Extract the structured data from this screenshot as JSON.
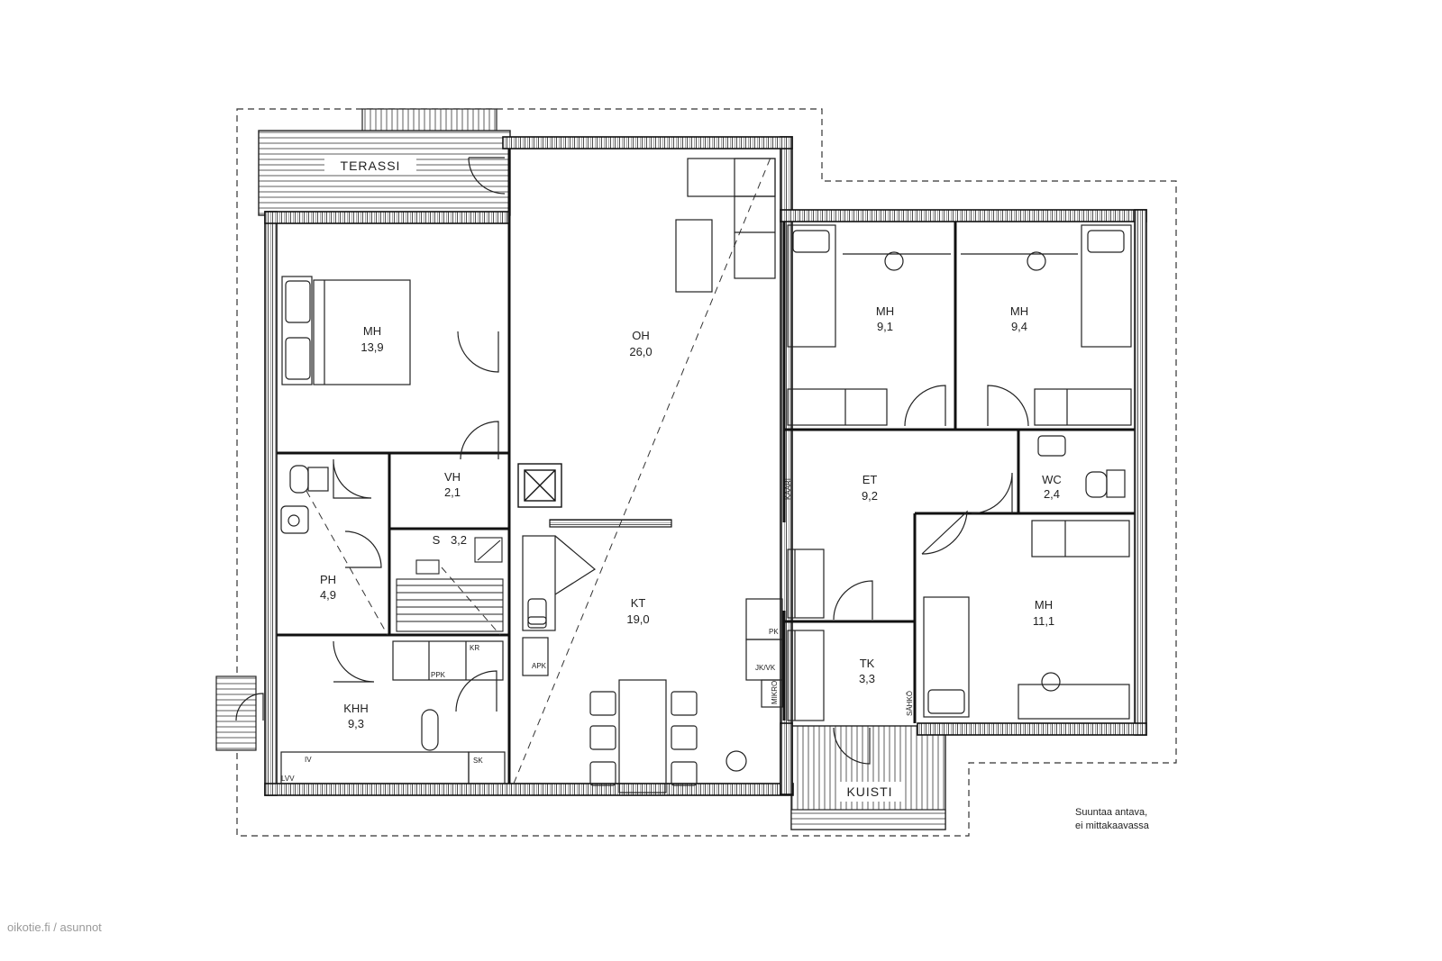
{
  "rooms": {
    "mh_master": {
      "name": "MH",
      "area": "13,9"
    },
    "oh": {
      "name": "OH",
      "area": "26,0"
    },
    "vh": {
      "name": "VH",
      "area": "2,1"
    },
    "s": {
      "name": "S",
      "area": "3,2"
    },
    "ph": {
      "name": "PH",
      "area": "4,9"
    },
    "khh": {
      "name": "KHH",
      "area": "9,3"
    },
    "kt": {
      "name": "KT",
      "area": "19,0"
    },
    "mh_a": {
      "name": "MH",
      "area": "9,1"
    },
    "mh_b": {
      "name": "MH",
      "area": "9,4"
    },
    "et": {
      "name": "ET",
      "area": "9,2"
    },
    "wc": {
      "name": "WC",
      "area": "2,4"
    },
    "mh_c": {
      "name": "MH",
      "area": "11,1"
    },
    "tk": {
      "name": "TK",
      "area": "3,3"
    }
  },
  "labels": {
    "terassi": "TERASSI",
    "kuisti": "KUISTI",
    "kaari": "KAARI",
    "sahko": "SÄHKÖ",
    "mikro": "MIKRO",
    "pk": "PK",
    "jkvk": "JK/VK",
    "apk": "APK",
    "ppk": "PPK",
    "kr": "KR",
    "iv": "IV",
    "lvv": "LVV",
    "sk": "SK"
  },
  "note": {
    "line1": "Suuntaa antava,",
    "line2": "ei mittakaavassa"
  },
  "watermark": "oikotie.fi / asunnot"
}
